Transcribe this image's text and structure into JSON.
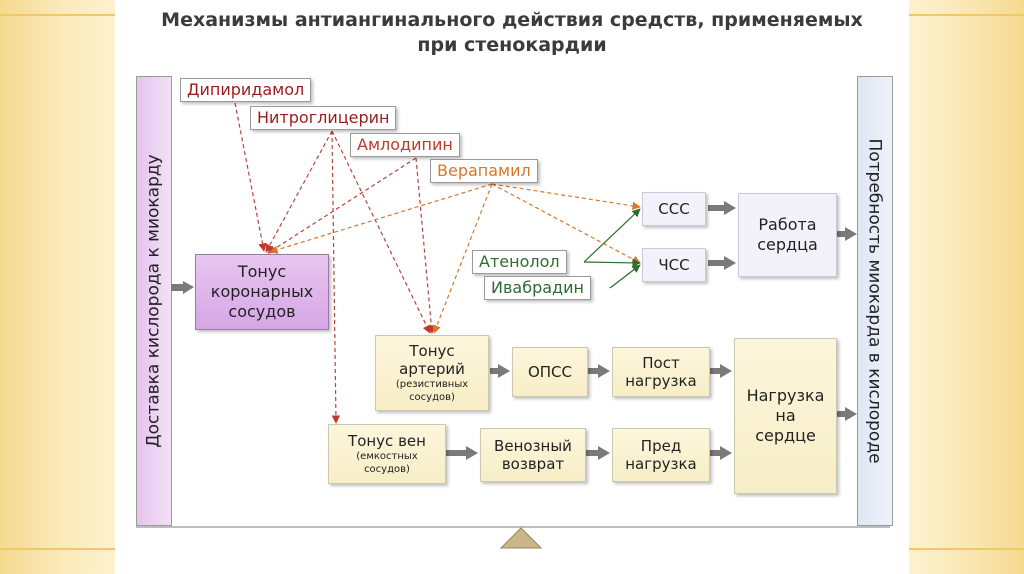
{
  "title": {
    "line1": "Механизмы антиангинального действия средств, применяемых",
    "line2": "при стенокардии"
  },
  "left_bar": "Доставка кислорода к миокарду",
  "right_bar": "Потребность миокарда в кислороде",
  "drugs": {
    "dipyridamole": "Дипиридамол",
    "nitroglycerin": "Нитроглицерин",
    "amlodipine": "Амлодипин",
    "verapamil": "Верапамил",
    "atenolol": "Атенолол",
    "ivabradine": "Ивабрадин"
  },
  "boxes": {
    "coronary": [
      "Тонус",
      "коронарных",
      "сосудов"
    ],
    "arteries": {
      "lines": [
        "Тонус",
        "артерий"
      ],
      "note": [
        "(резистивных",
        "сосудов)"
      ]
    },
    "veins": {
      "lines": [
        "Тонус вен"
      ],
      "note": [
        "(емкостных",
        "сосудов)"
      ]
    },
    "opss": "ОПСС",
    "sss": "ССС",
    "chss": "ЧСС",
    "heart_work": [
      "Работа",
      "сердца"
    ],
    "afterload": [
      "Пост",
      "нагрузка"
    ],
    "venous_return": [
      "Венозный",
      "возврат"
    ],
    "preload": [
      "Пред",
      "нагрузка"
    ],
    "heart_load": [
      "Нагрузка",
      "на",
      "сердце"
    ]
  },
  "colors": {
    "dark_red": "#9e1b1b",
    "red": "#c0392b",
    "orange": "#d9772a",
    "green": "#2e6b2e",
    "arrow_gray": "#7a7a7a"
  }
}
